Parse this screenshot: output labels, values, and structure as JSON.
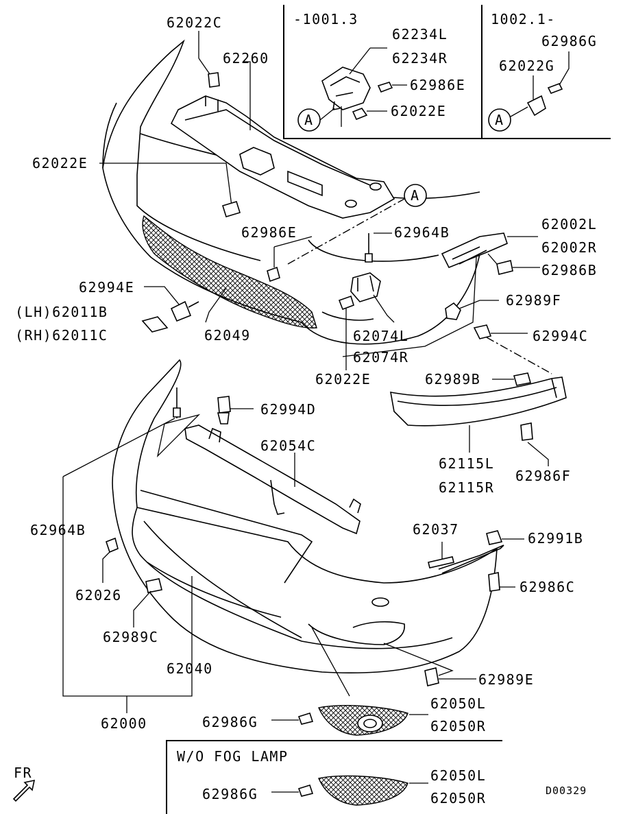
{
  "diagram": {
    "inset_prior": "-1001.3",
    "inset_after": "1002.1-",
    "inset_wo_fog": "W/O FOG LAMP",
    "ref_marker": "A",
    "direction": "FR",
    "drawing_code": "D00329"
  },
  "labels": {
    "p62022C": "62022C",
    "p62260": "62260",
    "p62022E_a": "62022E",
    "p62986E_a": "62986E",
    "p62994E": "62994E",
    "lh62011B": "(LH)62011B",
    "rh62011C": "(RH)62011C",
    "p62049": "62049",
    "p62964B_a": "62964B",
    "p62002L": "62002L",
    "p62002R": "62002R",
    "p62986B": "62986B",
    "p62989F": "62989F",
    "p62994C": "62994C",
    "p62074L": "62074L",
    "p62074R": "62074R",
    "p62022E_b": "62022E",
    "p62989B": "62989B",
    "p62994D": "62994D",
    "p62054C": "62054C",
    "p62115L": "62115L",
    "p62115R": "62115R",
    "p62986F": "62986F",
    "p62964B_b": "62964B",
    "p62037": "62037",
    "p62991B": "62991B",
    "p62026": "62026",
    "p62986C": "62986C",
    "p62989C": "62989C",
    "p62040": "62040",
    "p62989E": "62989E",
    "p62000": "62000",
    "p62050L_a": "62050L",
    "p62050R_a": "62050R",
    "p62986G_a": "62986G",
    "p62050L_b": "62050L",
    "p62050R_b": "62050R",
    "p62986G_b": "62986G",
    "p62234L": "62234L",
    "p62234R": "62234R",
    "p62986E_b": "62986E",
    "p62022E_c": "62022E",
    "p62986G_c": "62986G",
    "p62022G": "62022G"
  }
}
